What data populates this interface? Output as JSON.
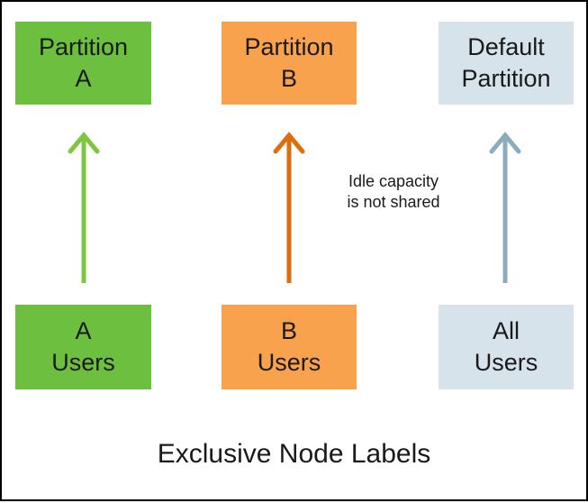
{
  "colors": {
    "partition_a": "#6dbf3f",
    "partition_b": "#f8a24d",
    "default_partition": "#d6e3ea",
    "arrow_a": "#7ec540",
    "arrow_b": "#dd6e10",
    "arrow_default": "#8cabbd"
  },
  "partitions": [
    {
      "line1": "Partition",
      "line2": "A"
    },
    {
      "line1": "Partition",
      "line2": "B"
    },
    {
      "line1": "Default",
      "line2": "Partition"
    }
  ],
  "user_groups": [
    {
      "line1": "A",
      "line2": "Users"
    },
    {
      "line1": "B",
      "line2": "Users"
    },
    {
      "line1": "All",
      "line2": "Users"
    }
  ],
  "note": {
    "line1": "Idle capacity",
    "line2": "is not shared"
  },
  "caption": "Exclusive Node Labels"
}
